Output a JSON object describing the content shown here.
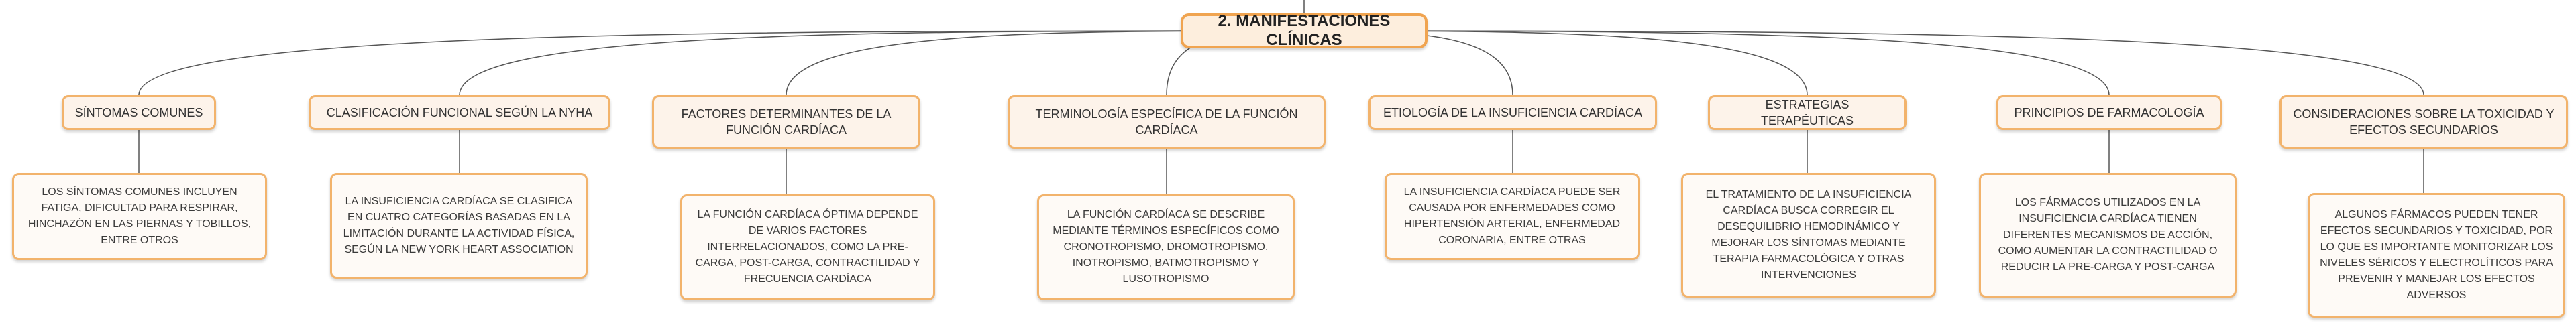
{
  "root": {
    "label": "2. MANIFESTACIONES CLÍNICAS"
  },
  "branches": [
    {
      "title": "SÍNTOMAS COMUNES",
      "description": "LOS SÍNTOMAS COMUNES INCLUYEN FATIGA, DIFICULTAD PARA RESPIRAR, HINCHAZÓN EN LAS PIERNAS Y TOBILLOS, ENTRE OTROS"
    },
    {
      "title": "CLASIFICACIÓN FUNCIONAL SEGÚN LA NYHA",
      "description": "LA INSUFICIENCIA CARDÍACA SE CLASIFICA EN CUATRO CATEGORÍAS BASADAS EN LA LIMITACIÓN DURANTE LA ACTIVIDAD FÍSICA, SEGÚN LA NEW YORK HEART ASSOCIATION"
    },
    {
      "title": "FACTORES DETERMINANTES DE LA FUNCIÓN CARDÍACA",
      "description": "LA FUNCIÓN CARDÍACA ÓPTIMA DEPENDE DE VARIOS FACTORES INTERRELACIONADOS, COMO LA PRE-CARGA, POST-CARGA, CONTRACTILIDAD Y FRECUENCIA CARDÍACA"
    },
    {
      "title": "TERMINOLOGÍA ESPECÍFICA DE LA FUNCIÓN CARDÍACA",
      "description": "LA FUNCIÓN CARDÍACA SE DESCRIBE MEDIANTE TÉRMINOS ESPECÍFICOS COMO CRONOTROPISMO, DROMOTROPISMO, INOTROPISMO, BATMOTROPISMO Y LUSOTROPISMO"
    },
    {
      "title": "ETIOLOGÍA DE LA INSUFICIENCIA CARDÍACA",
      "description": "LA INSUFICIENCIA CARDÍACA PUEDE SER CAUSADA POR ENFERMEDADES COMO HIPERTENSIÓN ARTERIAL, ENFERMEDAD CORONARIA, ENTRE OTRAS"
    },
    {
      "title": "ESTRATEGIAS TERAPÉUTICAS",
      "description": "EL TRATAMIENTO DE LA INSUFICIENCIA CARDÍACA BUSCA CORREGIR EL DESEQUILIBRIO HEMODINÁMICO Y MEJORAR LOS SÍNTOMAS MEDIANTE TERAPIA FARMACOLÓGICA Y OTRAS INTERVENCIONES"
    },
    {
      "title": "PRINCIPIOS DE FARMACOLOGÍA",
      "description": "LOS FÁRMACOS UTILIZADOS EN LA INSUFICIENCIA CARDÍACA TIENEN DIFERENTES MECANISMOS DE ACCIÓN, COMO AUMENTAR LA CONTRACTILIDAD O REDUCIR LA PRE-CARGA Y POST-CARGA"
    },
    {
      "title": "CONSIDERACIONES SOBRE LA TOXICIDAD Y EFECTOS SECUNDARIOS",
      "description": "ALGUNOS FÁRMACOS PUEDEN TENER EFECTOS SECUNDARIOS Y TOXICIDAD, POR LO QUE ES IMPORTANTE MONITORIZAR LOS NIVELES SÉRICOS Y ELECTROLÍTICOS PARA PREVENIR Y MANEJAR LOS EFECTOS ADVERSOS"
    }
  ],
  "colors": {
    "node_border": "#f2b36c",
    "root_border": "#f0a450",
    "node_fill": "#fdf3ea",
    "connector": "#555555"
  }
}
